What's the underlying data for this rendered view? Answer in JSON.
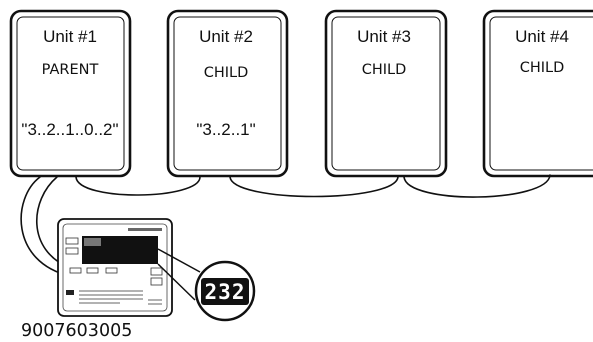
{
  "units": [
    {
      "name": "Unit #1",
      "role": "PARENT",
      "code": "\"3..2..1..0..2\""
    },
    {
      "name": "Unit #2",
      "role": "CHILD",
      "code": "\"3..2..1\""
    },
    {
      "name": "Unit #3",
      "role": "CHILD",
      "code": ""
    },
    {
      "name": "Unit #4",
      "role": "CHILD",
      "code": ""
    }
  ],
  "controller": {
    "model_number": "9007603005",
    "display_readout": "232"
  },
  "colors": {
    "line": "#111111",
    "display_background": "#111111",
    "display_digits": "#ffffff"
  }
}
